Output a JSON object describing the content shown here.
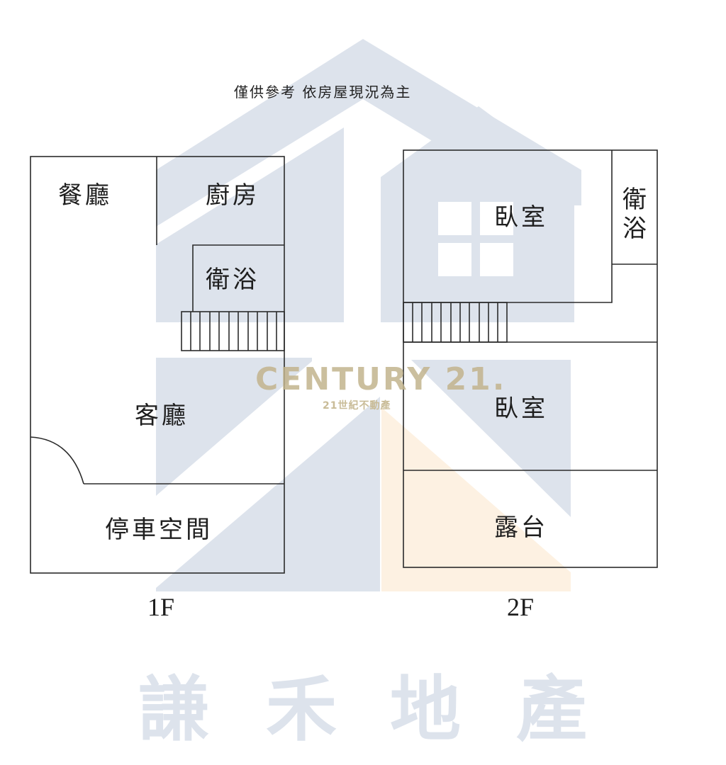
{
  "disclaimer": "僅供參考 依房屋現況為主",
  "watermark": {
    "brand": "CENTURY 21.",
    "brand_sub": "21世紀不動產",
    "company_chars": [
      "謙",
      "禾",
      "地",
      "產"
    ],
    "colors": {
      "house_blue": "#dde3ec",
      "house_beige": "#fdf1e2",
      "brand_gold": "#c2b48e"
    }
  },
  "floor_1": {
    "label": "1F",
    "rooms": {
      "dining": "餐廳",
      "kitchen": "廚房",
      "bathroom": "衛浴",
      "living": "客廳",
      "parking": "停車空間"
    }
  },
  "floor_2": {
    "label": "2F",
    "rooms": {
      "bedroom_1": "臥室",
      "bathroom_c1": "衛",
      "bathroom_c2": "浴",
      "bedroom_2": "臥室",
      "balcony": "露台"
    }
  },
  "line_color": "#2b2b2b"
}
